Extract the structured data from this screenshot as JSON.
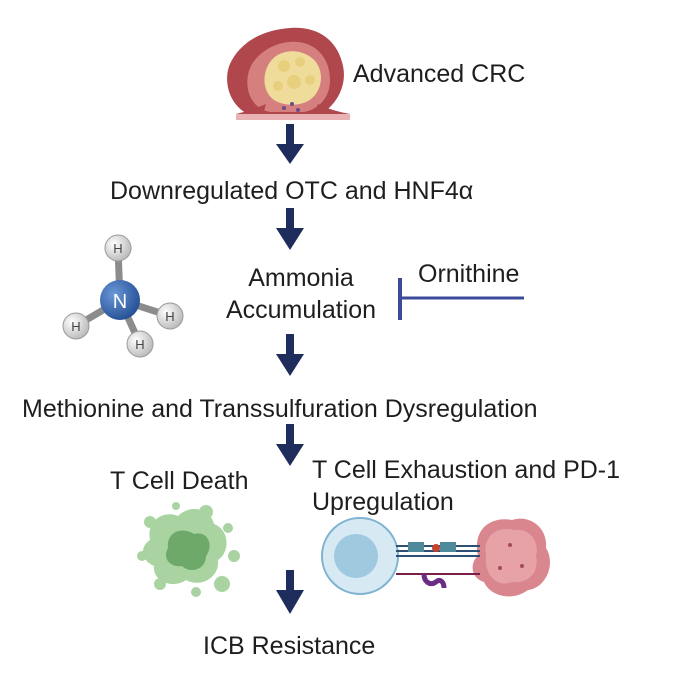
{
  "nodes": {
    "advanced_crc": "Advanced CRC",
    "downregulated": "Downregulated OTC and HNF4α",
    "ammonia_line1": "Ammonia",
    "ammonia_line2": "Accumulation",
    "ornithine": "Ornithine",
    "methionine": "Methionine and Transsulfuration Dysregulation",
    "t_cell_death": "T Cell Death",
    "exhaustion_line1": "T Cell Exhaustion and PD-1",
    "exhaustion_line2": "Upregulation",
    "icb_resistance": "ICB Resistance"
  },
  "molecule": {
    "center_atom": "N",
    "h1": "H",
    "h2": "H",
    "h3": "H",
    "h4": "H"
  },
  "colors": {
    "arrow": "#1f2d5c",
    "inhibit": "#3b4b9a",
    "nitrogen": "#2e5ea8",
    "tumor": "#b0474d",
    "tumor_core": "#f0dc9a",
    "dying_cell": "#8fbf8a",
    "t_cell": "#a8d0e6",
    "cancer_cell": "#d9868f"
  }
}
